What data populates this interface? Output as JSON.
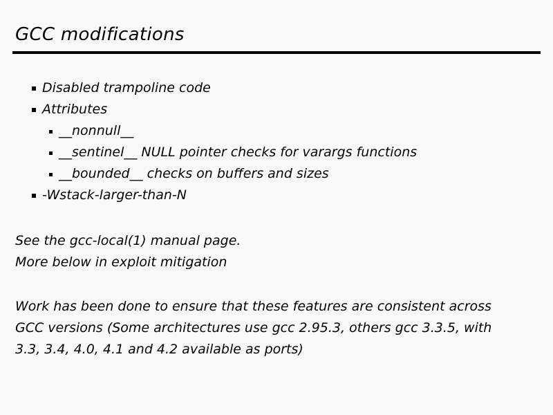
{
  "slide": {
    "title": "GCC modifications",
    "background_color": "#f7faf8",
    "text_color": "#000000",
    "rule_color": "#000000",
    "bullets": [
      {
        "level": 1,
        "marker": "square-bullet",
        "text": "Disabled trampoline code"
      },
      {
        "level": 1,
        "marker": "square-bullet",
        "text": "Attributes"
      },
      {
        "level": 2,
        "marker": "square-bullet-small",
        "text": "__nonnull__"
      },
      {
        "level": 2,
        "marker": "square-bullet-small",
        "text": "__sentinel__ NULL pointer checks for varargs functions"
      },
      {
        "level": 2,
        "marker": "square-bullet-small",
        "text": "__bounded__ checks on buffers and sizes"
      },
      {
        "level": 1,
        "marker": "square-bullet",
        "text": "-Wstack-larger-than-N"
      }
    ],
    "paragraphs": [
      {
        "lines": [
          "See the gcc-local(1) manual page."
        ]
      },
      {
        "lines": [
          "More below in exploit mitigation"
        ]
      },
      {
        "lines": [
          "Work has been done to ensure that these features are consistent across",
          "GCC versions (Some architectures use gcc 2.95.3, others gcc 3.3.5, with",
          "3.3, 3.4, 4.0, 4.1 and 4.2 available as ports)"
        ]
      }
    ]
  }
}
